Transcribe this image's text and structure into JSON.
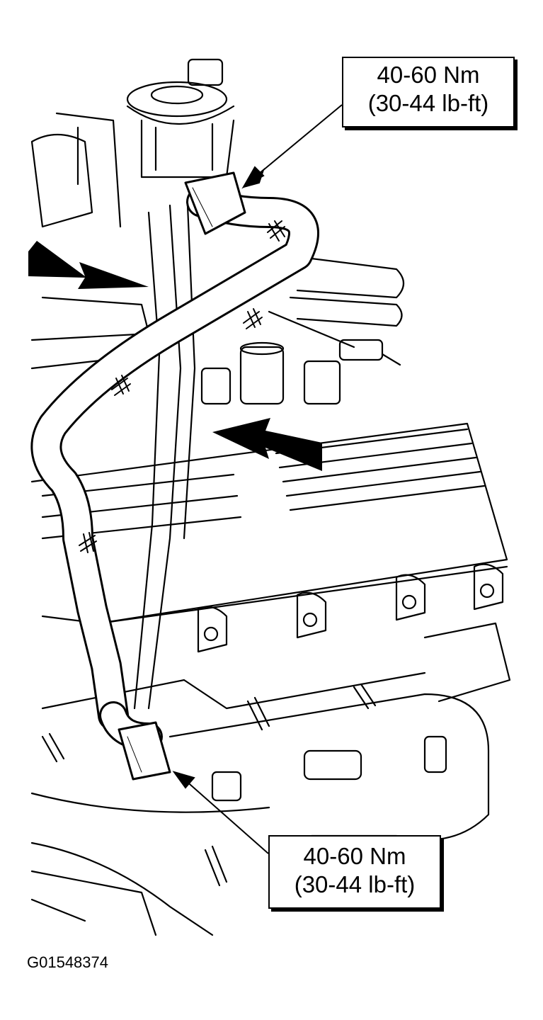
{
  "callouts": {
    "upper": {
      "torque_nm": "40-60 Nm",
      "torque_lbft": "(30-44 lb-ft)"
    },
    "lower": {
      "torque_nm": "40-60 Nm",
      "torque_lbft": "(30-44 lb-ft)"
    }
  },
  "figure_id": "G01548374",
  "colors": {
    "ink": "#000000",
    "paper": "#ffffff"
  },
  "icons": [
    "direction-arrow-icon",
    "leader-arrow-icon"
  ]
}
